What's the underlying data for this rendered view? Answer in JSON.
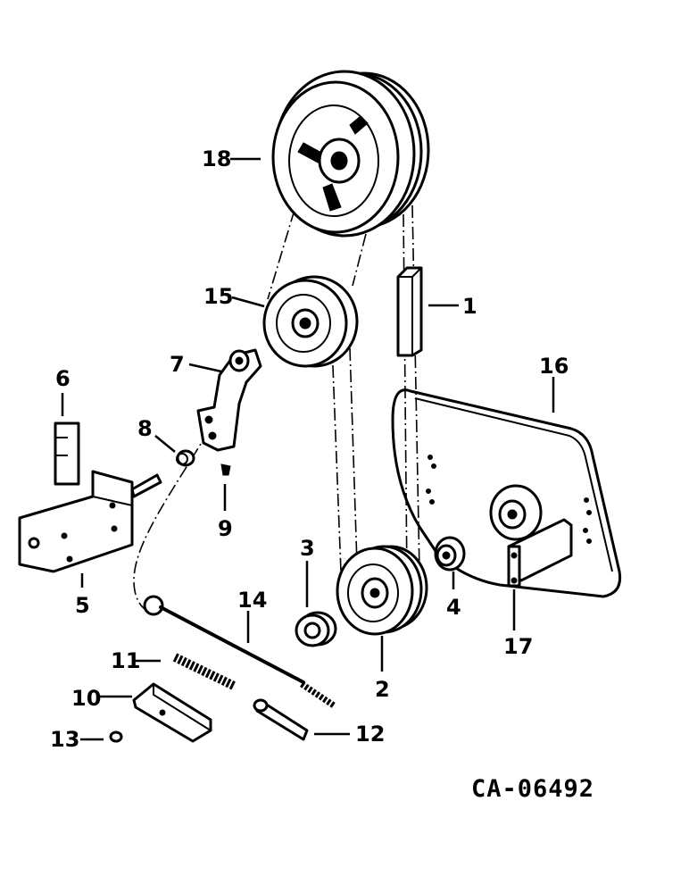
{
  "labels": {
    "p1": "1",
    "p2": "2",
    "p3": "3",
    "p4": "4",
    "p5": "5",
    "p6": "6",
    "p7": "7",
    "p8": "8",
    "p9": "9",
    "p10": "10",
    "p11": "11",
    "p12": "12",
    "p13": "13",
    "p14": "14",
    "p15": "15",
    "p16": "16",
    "p17": "17",
    "p18": "18"
  },
  "code": "CA-06492"
}
